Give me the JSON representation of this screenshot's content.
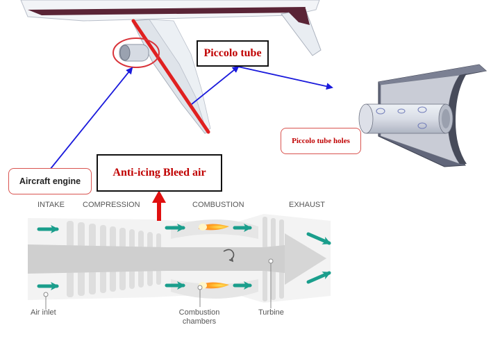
{
  "callouts": {
    "piccolo_tube": "Piccolo tube",
    "piccolo_tube_holes": "Piccolo tube holes",
    "aircraft_engine": "Aircraft engine",
    "anti_icing_bleed_air": "Anti-icing Bleed air"
  },
  "engine": {
    "stages": {
      "intake": "INTAKE",
      "compression": "COMPRESSION",
      "combustion": "COMBUSTION",
      "exhaust": "EXHAUST"
    },
    "parts": {
      "air_inlet": "Air inlet",
      "combustion_chambers": "Combustion chambers",
      "turbine": "Turbine"
    }
  },
  "colors": {
    "callout_text": "#c00000",
    "pointer_arrow": "#1a1adc",
    "wing_leading_edge": "#e02020",
    "airflow_arrow": "#1a9e8c",
    "bleed_arrow": "#e01010"
  }
}
